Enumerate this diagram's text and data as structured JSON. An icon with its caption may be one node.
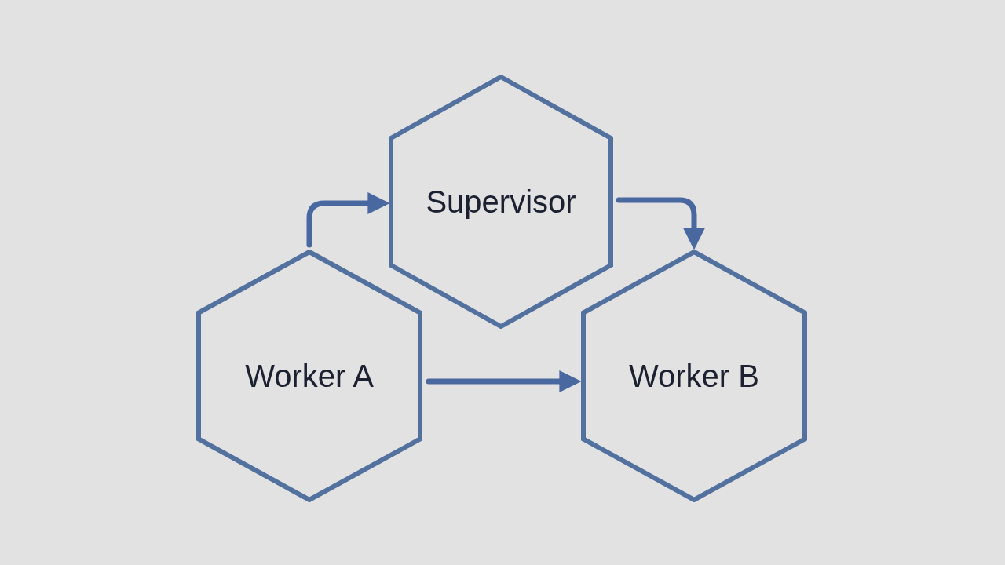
{
  "diagram": {
    "nodes": [
      {
        "text": [
          "Supervisor"
        ]
      },
      {
        "text": [
          "Worker A"
        ]
      },
      {
        "text": [
          "Worker B"
        ]
      }
    ],
    "edges": [
      {
        "from": 1,
        "to": 0,
        "arrow": "to"
      },
      {
        "from": 0,
        "to": 2,
        "arrow": "to"
      },
      {
        "from": 1,
        "to": 2,
        "arrow": "to"
      }
    ]
  }
}
